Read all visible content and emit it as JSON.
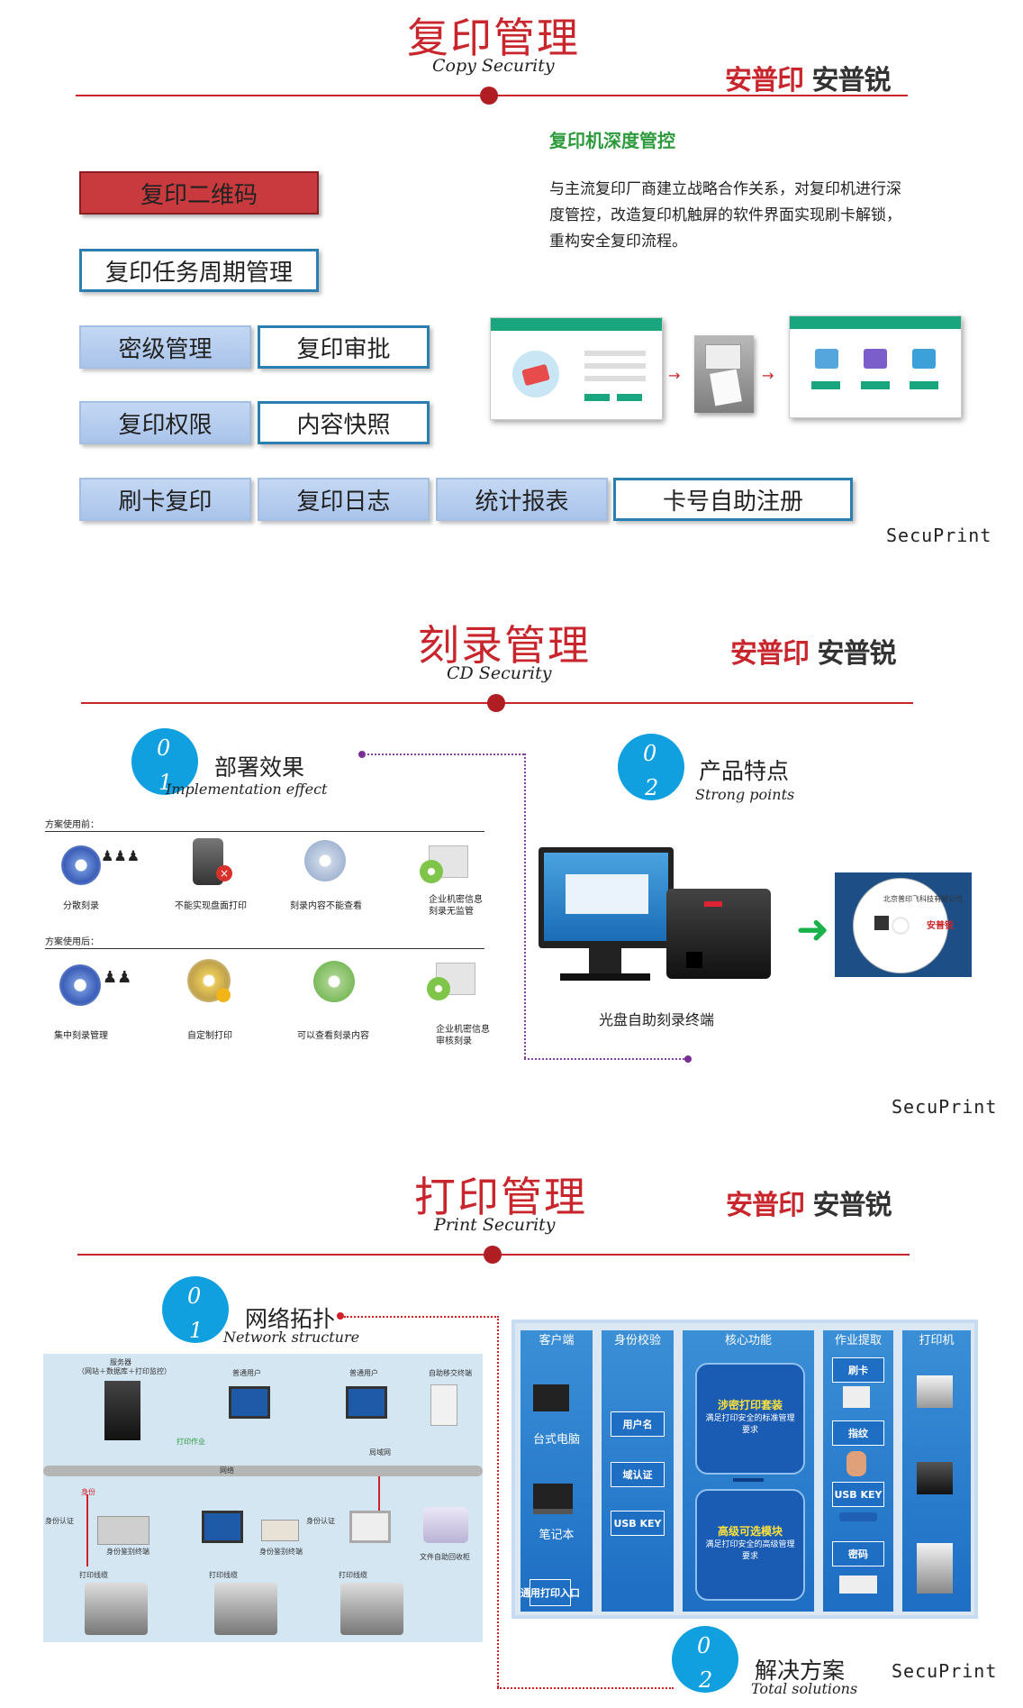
{
  "section1": {
    "title_zh": "复印管理",
    "title_en": "Copy Security",
    "brand_a": "安普印",
    "brand_b": "安普锐",
    "heading": "复印机深度管控",
    "description": "与主流复印厂商建立战略合作关系，对复印机进行深度管控，改造复印机触屏的软件界面实现刷卡解锁，重构安全复印流程。",
    "features": {
      "qr": "复印二维码",
      "cycle": "复印任务周期管理",
      "secret": "密级管理",
      "approval": "复印审批",
      "permission": "复印权限",
      "snapshot": "内容快照",
      "card": "刷卡复印",
      "log": "复印日志",
      "report": "统计报表",
      "register": "卡号自助注册"
    },
    "footer": "SecuPrint"
  },
  "section2": {
    "title_zh": "刻录管理",
    "title_en": "CD Security",
    "brand_a": "安普印",
    "brand_b": "安普锐",
    "effect": {
      "num_top": "0",
      "num_bottom": "1",
      "zh": "部署效果",
      "en": "Implementation effect"
    },
    "points": {
      "num_top": "0",
      "num_bottom": "2",
      "zh": "产品特点",
      "en": "Strong points"
    },
    "before_label": "方案使用前：",
    "after_label": "方案使用后：",
    "before_items": [
      "分散刻录",
      "不能实现盘面打印",
      "刻录内容不能查看",
      "企业机密信息\n刻录无监管"
    ],
    "after_items": [
      "集中刻录管理",
      "自定制打印",
      "可以查看刻录内容",
      "企业机密信息\n审核刻录"
    ],
    "terminal_caption": "光盘自助刻录终端",
    "disc_text": "北京普印飞科技有限公司",
    "footer": "SecuPrint"
  },
  "section3": {
    "title_zh": "打印管理",
    "title_en": "Print Security",
    "brand_a": "安普印",
    "brand_b": "安普锐",
    "network": {
      "num_top": "0",
      "num_bottom": "1",
      "zh": "网络拓扑",
      "en": "Network structure"
    },
    "solutions": {
      "num_top": "0",
      "num_bottom": "2",
      "zh": "解决方案",
      "en": "Total solutions"
    },
    "topo_labels": {
      "server": "服务器",
      "server_sub": "（网站＋数据库＋打印监控）",
      "user1": "普通用户",
      "user2": "普通用户",
      "terminal": "自助移交终端",
      "lan": "局域网",
      "net": "网络",
      "print_job": "打印作业",
      "identity1": "身份认证",
      "identity2": "身份认证",
      "card1": "身份鉴别终端",
      "card2": "身份鉴别终端",
      "printline1": "打印线缆",
      "printline2": "打印线缆",
      "printline3": "打印线缆",
      "doc_box": "文件自助回收柜",
      "identity3": "身份"
    },
    "cols": [
      "客户端",
      "身份校验",
      "核心功能",
      "作业提取",
      "打印机"
    ],
    "client_items": [
      "台式电脑",
      "笔记本"
    ],
    "client_btn": "通用打印入口",
    "auth_btns": [
      "用户名",
      "域认证",
      "USB KEY"
    ],
    "core_boxes": [
      {
        "title": "涉密打印套装",
        "sub": "满足打印安全的标准管理要求"
      },
      {
        "title": "高级可选模块",
        "sub": "满足打印安全的高级管理要求"
      }
    ],
    "fetch_btns": [
      "刷卡",
      "指纹",
      "USB KEY",
      "密码"
    ],
    "footer": "SecuPrint"
  }
}
